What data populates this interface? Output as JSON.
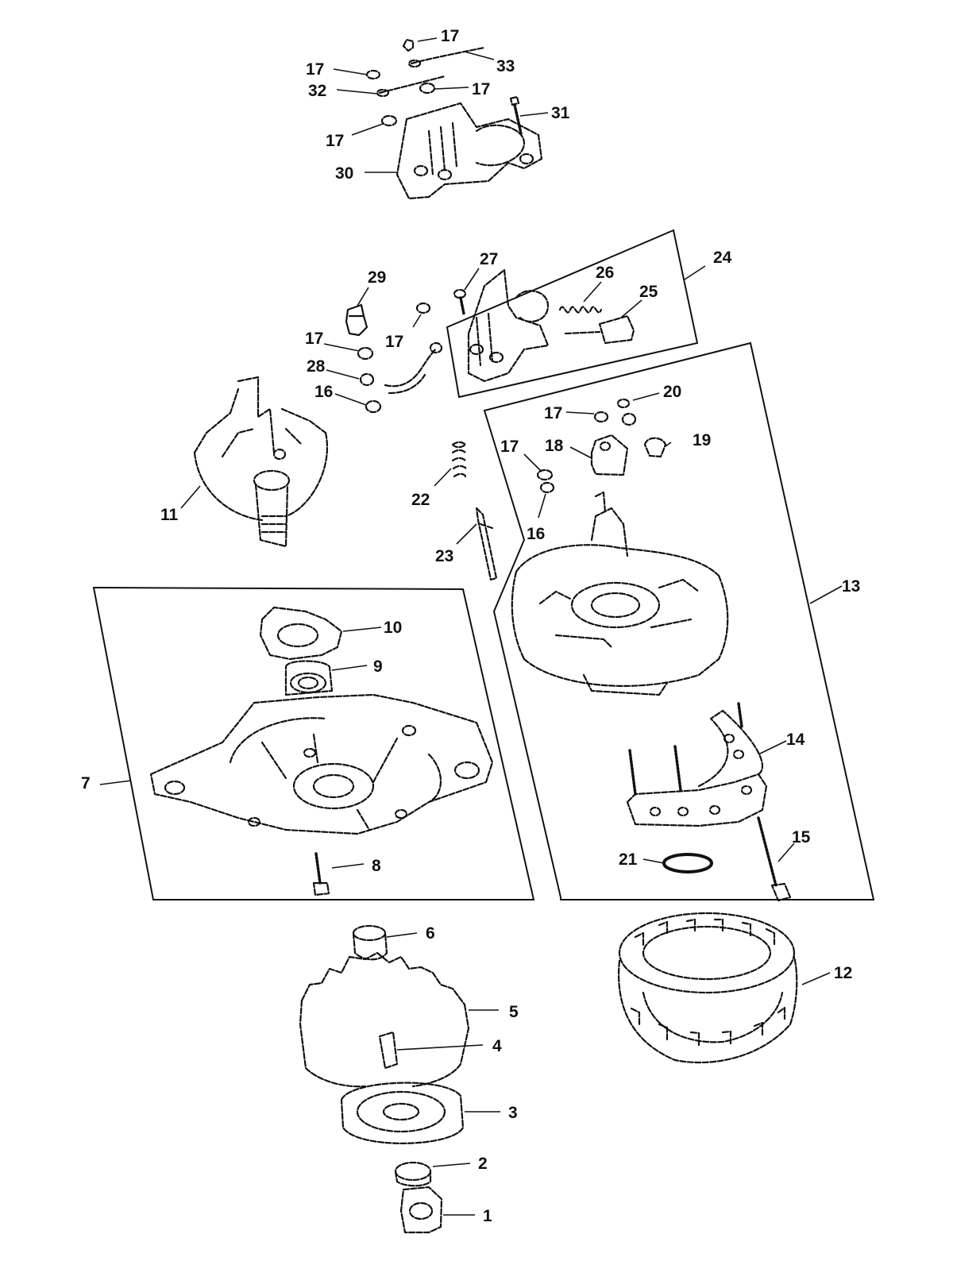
{
  "callouts": [
    {
      "id": "c17a",
      "text": "17"
    },
    {
      "id": "c33",
      "text": "33"
    },
    {
      "id": "c17b",
      "text": "17"
    },
    {
      "id": "c32",
      "text": "32"
    },
    {
      "id": "c17c",
      "text": "17"
    },
    {
      "id": "c31",
      "text": "31"
    },
    {
      "id": "c17d",
      "text": "17"
    },
    {
      "id": "c30",
      "text": "30"
    },
    {
      "id": "c27",
      "text": "27"
    },
    {
      "id": "c24",
      "text": "24"
    },
    {
      "id": "c26",
      "text": "26"
    },
    {
      "id": "c25",
      "text": "25"
    },
    {
      "id": "c29",
      "text": "29"
    },
    {
      "id": "c17e",
      "text": "17"
    },
    {
      "id": "c17f",
      "text": "17"
    },
    {
      "id": "c28",
      "text": "28"
    },
    {
      "id": "c16a",
      "text": "16"
    },
    {
      "id": "c20",
      "text": "20"
    },
    {
      "id": "c17g",
      "text": "17"
    },
    {
      "id": "c18",
      "text": "18"
    },
    {
      "id": "c19",
      "text": "19"
    },
    {
      "id": "c17h",
      "text": "17"
    },
    {
      "id": "c16b",
      "text": "16"
    },
    {
      "id": "c11",
      "text": "11"
    },
    {
      "id": "c22",
      "text": "22"
    },
    {
      "id": "c23",
      "text": "23"
    },
    {
      "id": "c13",
      "text": "13"
    },
    {
      "id": "c10",
      "text": "10"
    },
    {
      "id": "c9",
      "text": "9"
    },
    {
      "id": "c7",
      "text": "7"
    },
    {
      "id": "c14",
      "text": "14"
    },
    {
      "id": "c15",
      "text": "15"
    },
    {
      "id": "c21",
      "text": "21"
    },
    {
      "id": "c8",
      "text": "8"
    },
    {
      "id": "c6",
      "text": "6"
    },
    {
      "id": "c12",
      "text": "12"
    },
    {
      "id": "c5",
      "text": "5"
    },
    {
      "id": "c4",
      "text": "4"
    },
    {
      "id": "c3",
      "text": "3"
    },
    {
      "id": "c2",
      "text": "2"
    },
    {
      "id": "c1",
      "text": "1"
    }
  ]
}
